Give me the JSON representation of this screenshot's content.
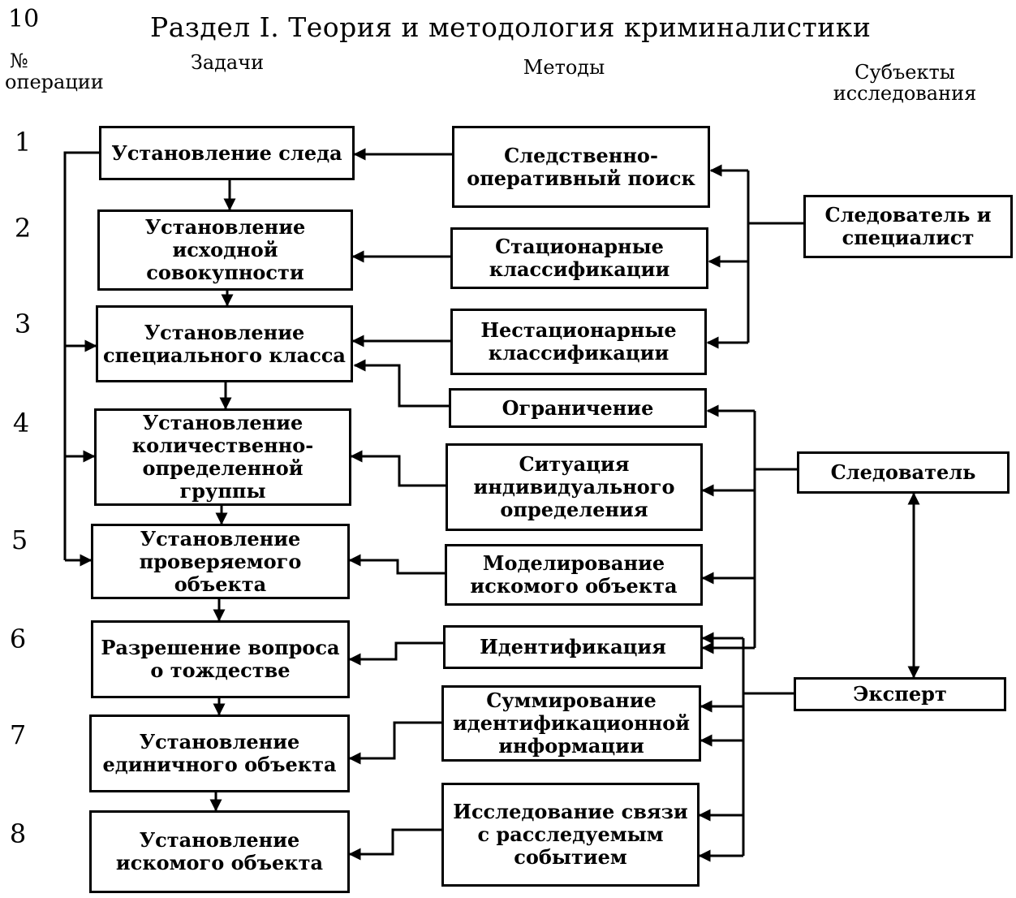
{
  "page": {
    "number": "10",
    "title": "Раздел I. Теория и методология криминалистики"
  },
  "headers": {
    "operation_no_line1": "№",
    "operation_no_line2": "операции",
    "tasks": "Задачи",
    "methods": "Методы",
    "subjects_line1": "Субъекты",
    "subjects_line2": "исследования"
  },
  "operations": [
    "1",
    "2",
    "3",
    "4",
    "5",
    "6",
    "7",
    "8"
  ],
  "tasks": [
    "Установление следа",
    "Установление исходной совокупности",
    "Установление специального класса",
    "Установление количественно-определенной группы",
    "Установление проверяемого объекта",
    "Разрешение вопроса о тождестве",
    "Установление единичного объекта",
    "Установление искомого объекта"
  ],
  "methods": [
    "Следственно-оперативный поиск",
    "Стационарные классификации",
    "Нестационарные классификации",
    "Ограничение",
    "Ситуация индивидуального определения",
    "Моделирование искомого объекта",
    "Идентификация",
    "Суммирование идентификационной информации",
    "Исследование связи с расследуемым событием"
  ],
  "subjects": [
    "Следователь и специалист",
    "Следователь",
    "Эксперт"
  ]
}
